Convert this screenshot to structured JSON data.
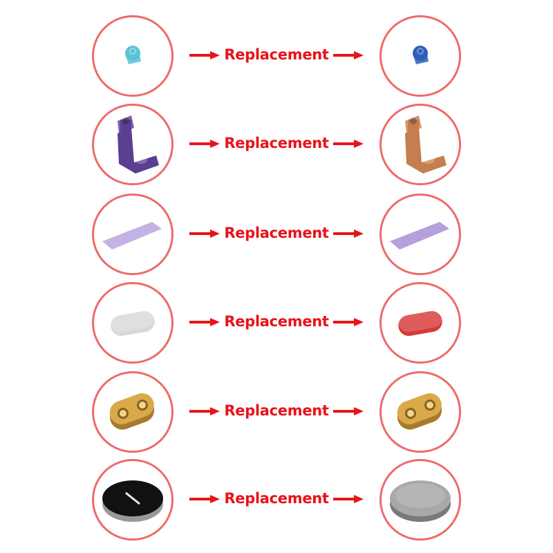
{
  "accent_color": "#e8131a",
  "circle_color": "#ee6a6a",
  "rows": [
    {
      "label": "Replacement",
      "from": {
        "part": "round-plate-clip",
        "color": "#5bc3d8"
      },
      "to": {
        "part": "round-plate-clip",
        "color": "#2e5fb8"
      }
    },
    {
      "label": "Replacement",
      "from": {
        "part": "bracket",
        "color": "#5b3f91"
      },
      "to": {
        "part": "bracket",
        "color": "#c57e4e"
      }
    },
    {
      "label": "Replacement",
      "from": {
        "part": "plate-6x16",
        "color": "#b9a6e0"
      },
      "to": {
        "part": "plate-6x16",
        "color": "#a98fd8"
      }
    },
    {
      "label": "Replacement",
      "from": {
        "part": "tile-1x2-rounded",
        "color": "#d8d8d8"
      },
      "to": {
        "part": "tile-1x2-rounded",
        "color": "#d63a3a"
      }
    },
    {
      "label": "Replacement",
      "from": {
        "part": "plate-1x2-holes",
        "color": "#d9a94a"
      },
      "to": {
        "part": "plate-1x2-holes",
        "color": "#d9a94a"
      }
    },
    {
      "label": "Replacement",
      "from": {
        "part": "round-tile-2x2-printed",
        "color": "#111111"
      },
      "to": {
        "part": "round-tile-2x2",
        "color": "#a8a8a8"
      }
    }
  ]
}
